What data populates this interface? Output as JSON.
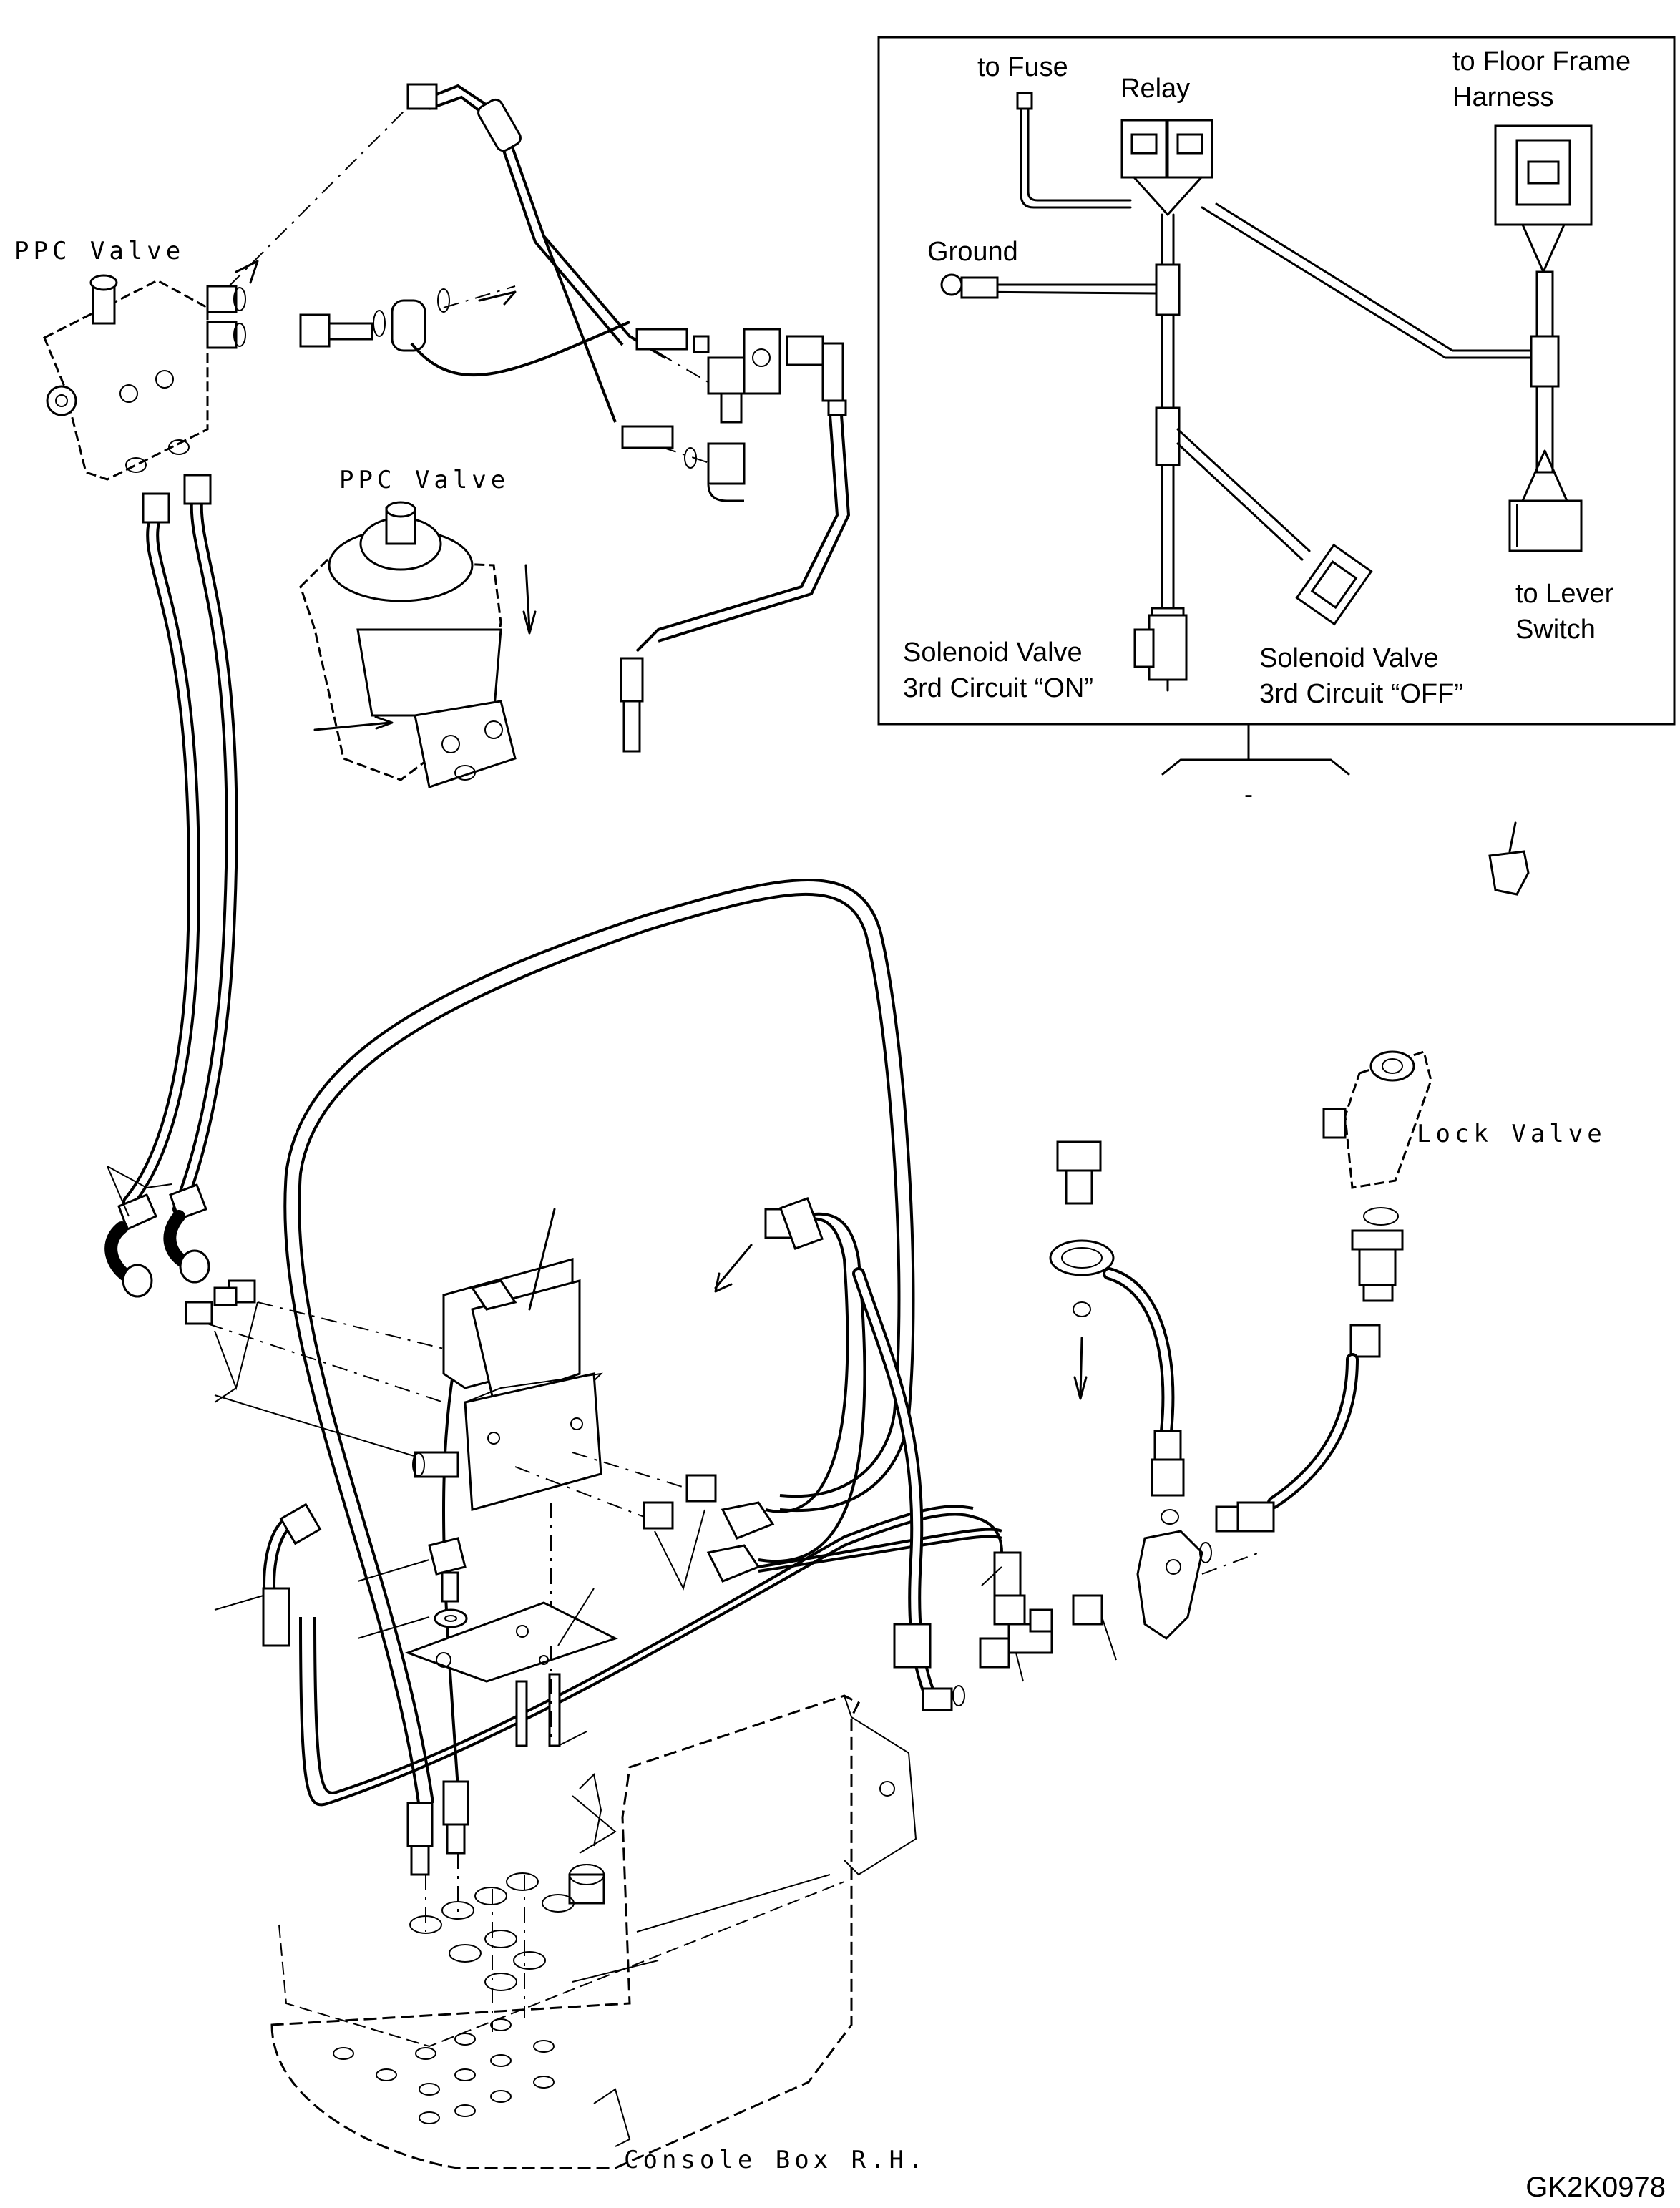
{
  "labels": {
    "ppc_valve_upper": "PPC Valve",
    "ppc_valve_lower": "PPC Valve",
    "lock_valve": "Lock Valve",
    "console_box": "Console Box R.H.",
    "drawing_code": "GK2K0978"
  },
  "inset": {
    "to_fuse": "to Fuse",
    "relay": "Relay",
    "floor_frame_line1": "to Floor Frame",
    "floor_frame_line2": "Harness",
    "ground": "Ground",
    "lever_switch_line1": "to Lever",
    "lever_switch_line2": "Switch",
    "solenoid_on_line1": "Solenoid Valve",
    "solenoid_on_line2": "3rd Circuit “ON”",
    "solenoid_off_line1": "Solenoid Valve",
    "solenoid_off_line2": "3rd Circuit “OFF”",
    "tag": "-"
  }
}
